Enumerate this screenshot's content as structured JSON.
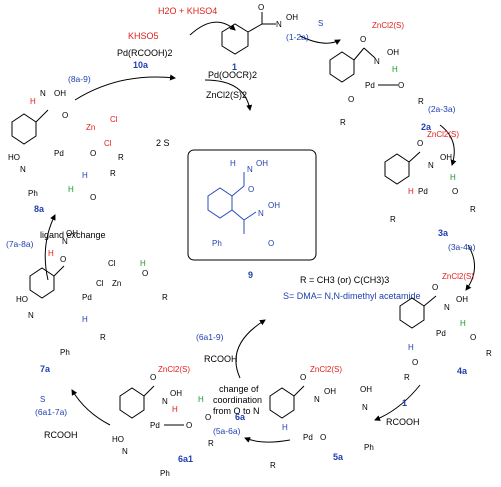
{
  "reagents": {
    "h2o_khso4": "H2O + KHSO4",
    "khso5": "KHSO5",
    "pd_cooh2": "Pd(RCOOH)2",
    "label_10a": "10a",
    "pd_oocr2": "Pd(OOCR)2",
    "zncl2s2": "ZnCl2(S)2",
    "two_s": "2 S",
    "rcooh": "RCOOH"
  },
  "compounds": {
    "c1": "1",
    "c2a": "2a",
    "c3a": "3a",
    "c4a": "4a",
    "c5a": "5a",
    "c6a1": "6a1",
    "c7a": "7a",
    "c8a": "8a",
    "c9": "9"
  },
  "steps": {
    "s1_2a": "(1-2a)",
    "s2a_3a": "(2a-3a)",
    "s3a_4a": "(3a-4a)",
    "s5a_6a": "(5a-6a)",
    "s6a1_7a": "(6a1-7a)",
    "s7a_8a": "(7a-8a)",
    "s8a_9": "(8a-9)",
    "s6a1_9": "(6a1-9)",
    "ligand_exchange": "ligand exchange",
    "change1": "change of",
    "change2": "coordination",
    "change3": "from O to N",
    "label_6a": "6a"
  },
  "legend": {
    "r_def": "R = CH3 (or) C(CH3)3",
    "s_def": "S= DMA= N,N-dimethyl acetamide"
  },
  "atoms": {
    "o": "O",
    "oh": "OH",
    "n": "N",
    "h": "H",
    "pd": "Pd",
    "zn": "Zn",
    "cl": "Cl",
    "r": "R",
    "s": "S",
    "ph": "Ph",
    "ho": "HO",
    "zncl2s": "ZnCl2(S)"
  },
  "colors": {
    "label_blue": "#1f3fb0",
    "red": "#e0201c",
    "green": "#1a9a2a",
    "product_blue": "#2a4bbf"
  }
}
